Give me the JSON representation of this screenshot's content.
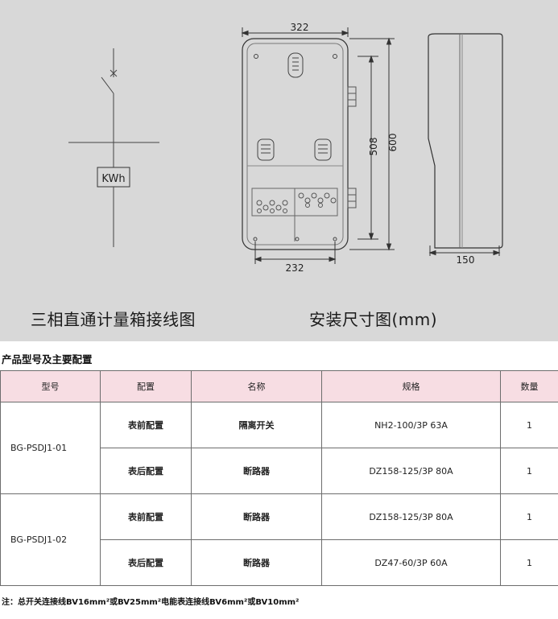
{
  "diagram": {
    "meter_label": "KWh",
    "dim_width_top": "322",
    "dim_height_inner": "508",
    "dim_height_outer": "600",
    "dim_width_bottom": "232",
    "dim_depth": "150",
    "caption_left": "三相直通计量箱接线图",
    "caption_right": "安装尺寸图(mm)"
  },
  "section_title": "产品型号及主要配置",
  "table": {
    "headers": [
      "型号",
      "配置",
      "名称",
      "规格",
      "数量"
    ],
    "groups": [
      {
        "model": "BG-PSDJ1-01",
        "rows": [
          {
            "config": "表前配置",
            "name": "隔离开关",
            "spec": "NH2-100/3P  63A",
            "qty": "1"
          },
          {
            "config": "表后配置",
            "name": "断路器",
            "spec": "DZ158-125/3P  80A",
            "qty": "1"
          }
        ]
      },
      {
        "model": "BG-PSDJ1-02",
        "rows": [
          {
            "config": "表前配置",
            "name": "断路器",
            "spec": "DZ158-125/3P  80A",
            "qty": "1"
          },
          {
            "config": "表后配置",
            "name": "断路器",
            "spec": "DZ47-60/3P  60A",
            "qty": "1"
          }
        ]
      }
    ]
  },
  "note": "注：总开关连接线BV16mm²或BV25mm²电能表连接线BV6mm²或BV10mm²"
}
